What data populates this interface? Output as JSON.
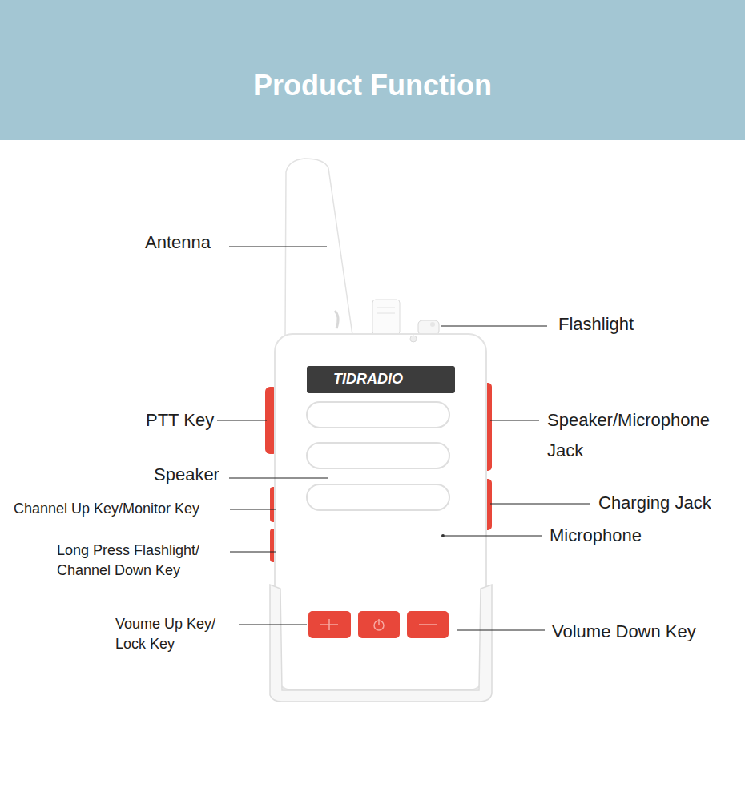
{
  "diagram": {
    "title": "Product Function",
    "labels": [
      "Antenna",
      "Flashlight",
      "PTT Key",
      "Speaker/Microphone Jack",
      "Speaker",
      "Charging Jack",
      "Channel Up Key/Monitor Key",
      "Microphone",
      "Long Press Flashlight/ Channel Down Key",
      "Voume Up Key/ Lock Key",
      "Volume Down Key",
      "TIDRADIO"
    ]
  }
}
